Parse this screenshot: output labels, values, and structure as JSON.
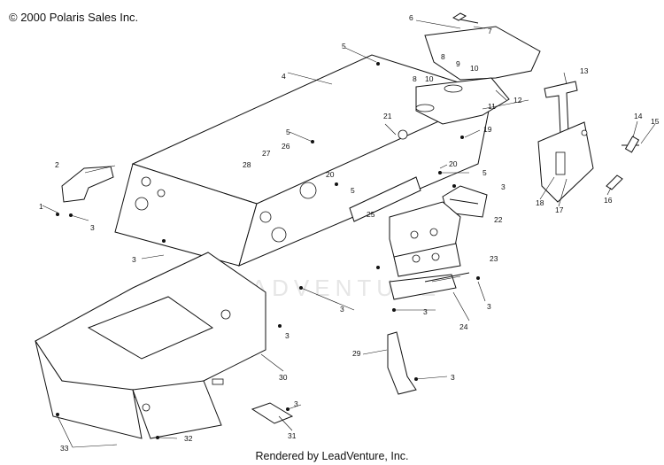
{
  "header": {
    "copyright": "© 2000 Polaris Sales Inc."
  },
  "footer": {
    "rendered_by": "Rendered by LeadVenture, Inc."
  },
  "watermark": {
    "text": "LEADVENTURE"
  },
  "callouts": [
    "1",
    "2",
    "3",
    "3",
    "3",
    "3",
    "3",
    "3",
    "3",
    "3",
    "3",
    "4",
    "5",
    "5",
    "5",
    "5",
    "6",
    "7",
    "8",
    "8",
    "9",
    "10",
    "10",
    "11",
    "12",
    "13",
    "14",
    "15",
    "16",
    "17",
    "18",
    "19",
    "20",
    "20",
    "21",
    "22",
    "23",
    "24",
    "25",
    "26",
    "27",
    "28",
    "29",
    "30",
    "31",
    "32",
    "33"
  ]
}
